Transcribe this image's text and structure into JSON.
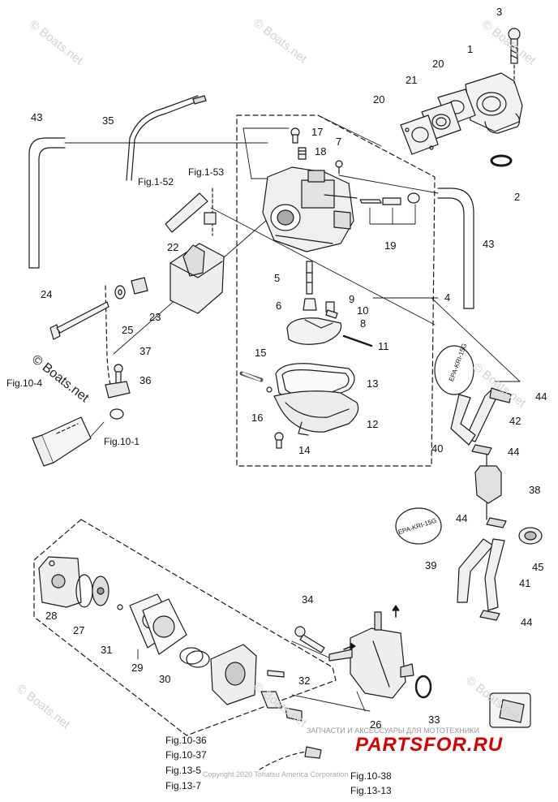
{
  "watermarks": {
    "site": "© Boats.net",
    "copyright": "Copyright 2020 Tohatsu America Corporation",
    "shop_tagline": "ЗАПЧАСТИ И АКСЕССУАРЫ ДЛЯ МОТОТЕХНИКИ",
    "shop_brand": "PARTSFOR.RU"
  },
  "emission_tags": {
    "upper": "EPA-KRI-15G",
    "lower": "EPA-KRI-15G"
  },
  "callouts": {
    "c1": "1",
    "c2": "2",
    "c3": "3",
    "c4": "4",
    "c5": "5",
    "c6": "6",
    "c7": "7",
    "c8": "8",
    "c9": "9",
    "c10": "10",
    "c11": "11",
    "c12": "12",
    "c13": "13",
    "c14": "14",
    "c15": "15",
    "c16": "16",
    "c17": "17",
    "c18": "18",
    "c19": "19",
    "c20a": "20",
    "c20b": "20",
    "c21": "21",
    "c22": "22",
    "c23": "23",
    "c24": "24",
    "c25": "25",
    "c26": "26",
    "c27": "27",
    "c28": "28",
    "c29": "29",
    "c30": "30",
    "c31": "31",
    "c32": "32",
    "c33": "33",
    "c34": "34",
    "c35": "35",
    "c36": "36",
    "c37": "37",
    "c38": "38",
    "c39": "39",
    "c40": "40",
    "c41": "41",
    "c42": "42",
    "c43a": "43",
    "c43b": "43",
    "c44a": "44",
    "c44b": "44",
    "c44c": "44",
    "c44d": "44",
    "c45": "45"
  },
  "figure_refs": {
    "fig1_52": "Fig.1-52",
    "fig1_53": "Fig.1-53",
    "fig10_4": "Fig.10-4",
    "fig10_1": "Fig.10-1",
    "fig10_36": "Fig.10-36",
    "fig10_37": "Fig.10-37",
    "fig13_5": "Fig.13-5",
    "fig13_7": "Fig.13-7",
    "fig10_38": "Fig.10-38",
    "fig13_13": "Fig.13-13"
  },
  "colors": {
    "line": "#1a1a1a",
    "part_fill": "#f2f2f2",
    "shade": "#bdbdbd",
    "watermark": "#d2d2d2",
    "brand_red": "#d90000"
  }
}
